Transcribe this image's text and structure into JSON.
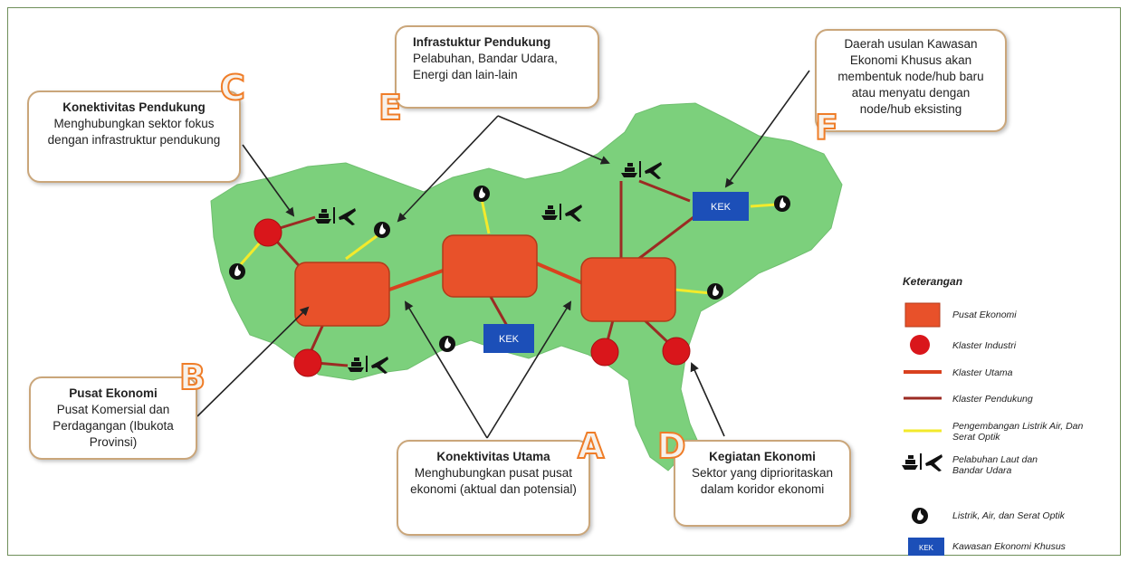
{
  "callouts": {
    "c": {
      "letter": "C",
      "title": "Konektivitas Pendukung",
      "body": "Menghubungkan sektor fokus dengan infrastruktur pendukung"
    },
    "e": {
      "letter": "E",
      "title": "Infrastuktur Pendukung",
      "body": "Pelabuhan, Bandar Udara, Energi dan lain-lain"
    },
    "f": {
      "letter": "F",
      "title": "",
      "body": "Daerah usulan Kawasan Ekonomi Khusus akan membentuk node/hub baru atau menyatu dengan node/hub eksisting"
    },
    "b": {
      "letter": "B",
      "title": "Pusat Ekonomi",
      "body": "Pusat Komersial dan Perdagangan (Ibukota Provinsi)"
    },
    "a": {
      "letter": "A",
      "title": "Konektivitas Utama",
      "body": "Menghubungkan pusat pusat ekonomi (aktual dan potensial)"
    },
    "d": {
      "letter": "D",
      "title": "Kegiatan Ekonomi",
      "body": "Sektor yang diprioritaskan dalam koridor ekonomi"
    }
  },
  "map": {
    "kek_label": "KEK"
  },
  "legend": {
    "title": "Keterangan",
    "items": {
      "pusat": "Pusat Ekonomi",
      "klaster_industri": "Klaster Industri",
      "klaster_utama": "Klaster Utama",
      "klaster_pendukung": "Klaster Pendukung",
      "pengembangan": "Pengembangan Listrik Air, Dan Serat Optik",
      "pelabuhan": "Pelabuhan Laut dan Bandar Udara",
      "listrik": "Listrik, Air, dan Serat Optik",
      "kek": "Kawasan Ekonomi Khusus"
    },
    "kek_swatch": "KEK"
  },
  "colors": {
    "land": "#7cd07c",
    "pusat": "#e8512a",
    "klaster": "#d9161b",
    "kek": "#1c4fb8",
    "utama": "#d9411f",
    "pendukung": "#9b2b23",
    "yellow": "#f3ea2b",
    "letter_outline": "#ef7d28"
  }
}
